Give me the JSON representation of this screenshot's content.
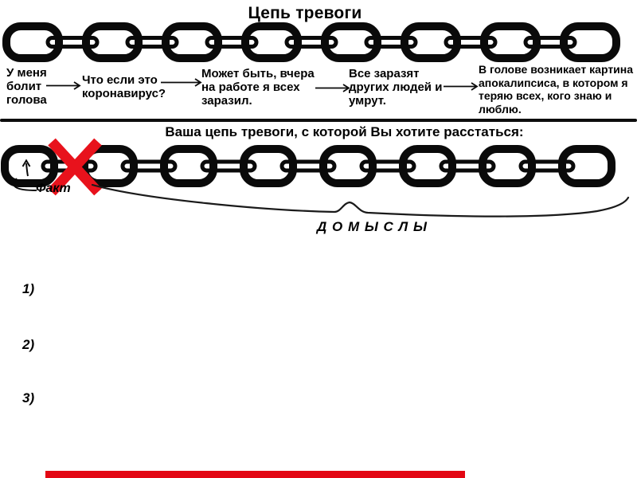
{
  "page": {
    "title": "Цепь тревоги"
  },
  "example_chain": {
    "links_count": 8,
    "steps": [
      "У меня болит голова",
      "Что если это коронавирус?",
      "Может быть, вчера на работе я всех заразил.",
      "Все заразят других людей и умрут.",
      "В голове возникает картина апокалипсиса, в котором я теряю всех, кого знаю и люблю."
    ]
  },
  "your_chain": {
    "heading": "Ваша цепь тревоги, с которой Вы хотите расстаться:",
    "links_count": 8,
    "fact_label": "Факт",
    "speculations_label": "Д О М Ы С Л Ы"
  },
  "answer_list": {
    "items": [
      "1)",
      "2)",
      "3)"
    ]
  },
  "colors": {
    "chain": "#0a0a0a",
    "cross": "#e8121c",
    "bottom_bar": "#e30613"
  }
}
